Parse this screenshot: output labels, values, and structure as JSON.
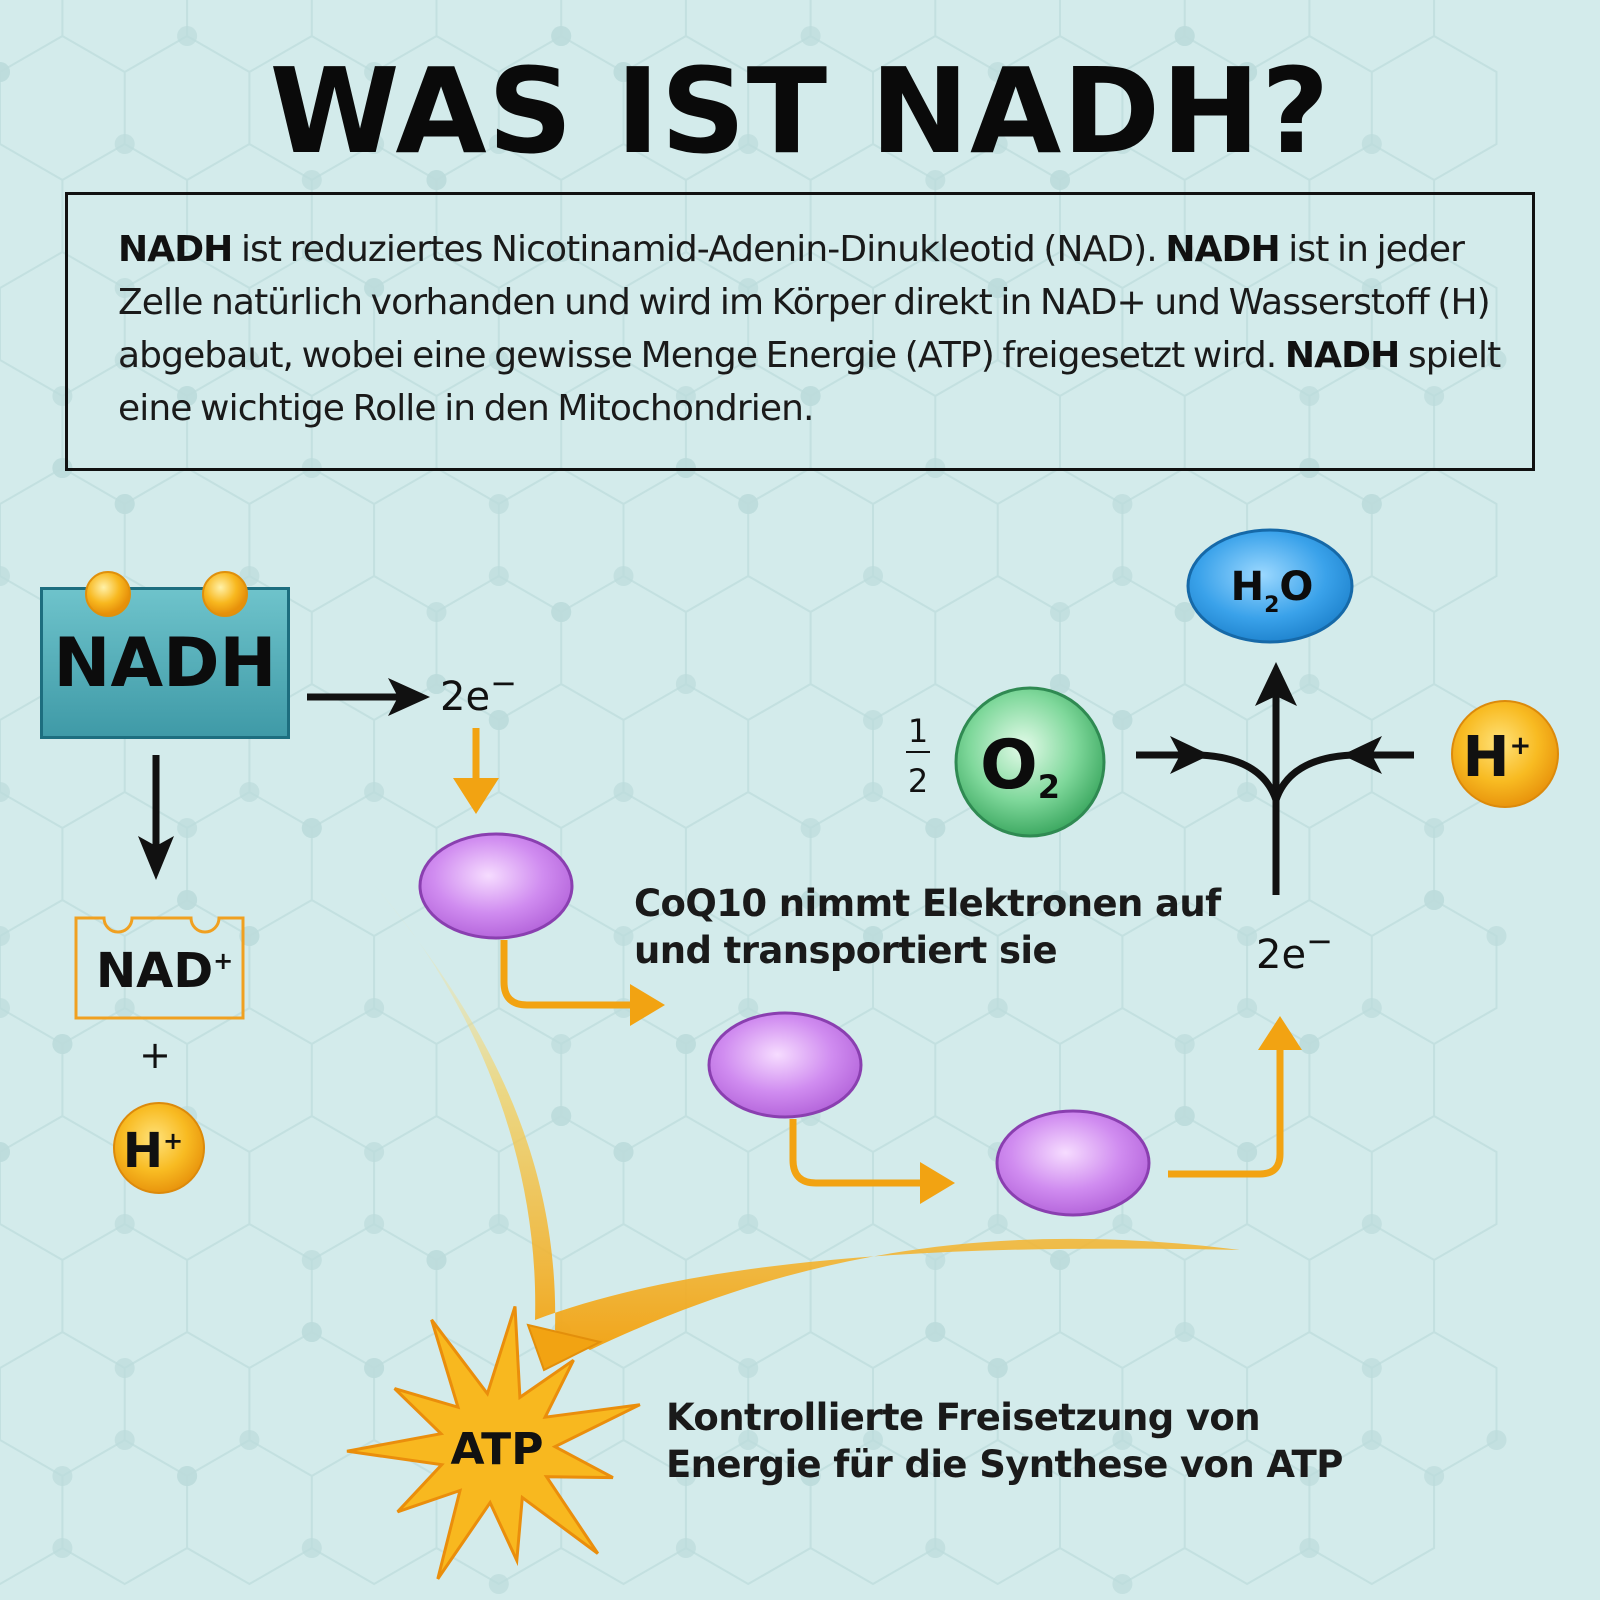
{
  "title": "WAS IST NADH?",
  "intro": {
    "segments": [
      {
        "text": "NADH",
        "bold": true
      },
      {
        "text": " ist reduziertes Nicotinamid-Adenin-Dinukleotid (NAD). ",
        "bold": false
      },
      {
        "text": "NADH",
        "bold": true
      },
      {
        "text": " ist in jeder Zelle natürlich vorhanden und wird im Körper direkt in NAD+ und Wasserstoff (H) abgebaut, wobei eine gewisse Menge Energie (ATP) freigesetzt wird. ",
        "bold": false
      },
      {
        "text": "NADH",
        "bold": true
      },
      {
        "text": " spielt eine wichtige Rolle in den Mitochondrien.",
        "bold": false
      }
    ]
  },
  "diagram": {
    "nadh_label": "NADH",
    "electron_label": "2e",
    "electron_charge": "−",
    "nad_plus": {
      "main": "NAD",
      "sup": "+"
    },
    "plus_sign": "+",
    "proton": {
      "main": "H",
      "sup": "+"
    },
    "half_num": "1",
    "half_den": "2",
    "oxygen": {
      "main": "O",
      "sub": "2"
    },
    "water": {
      "h": "H",
      "sub": "2",
      "o": "O"
    },
    "atp_label": "ATP",
    "coq10_caption": [
      "CoQ10 nimmt Elektronen auf",
      "und transportiert sie"
    ],
    "atp_caption": [
      "Kontrollierte Freisetzung von",
      "Energie für die Synthese von ATP"
    ]
  },
  "colors": {
    "background": "#d3ebeb",
    "nadh_box": "#4aa7b3",
    "orange_arrow": "#f39c12",
    "electron_carrier": "#c77be6",
    "oxygen": "#4fc07a",
    "water": "#2f9be0",
    "proton": "#f5b316",
    "text": "#111111"
  }
}
